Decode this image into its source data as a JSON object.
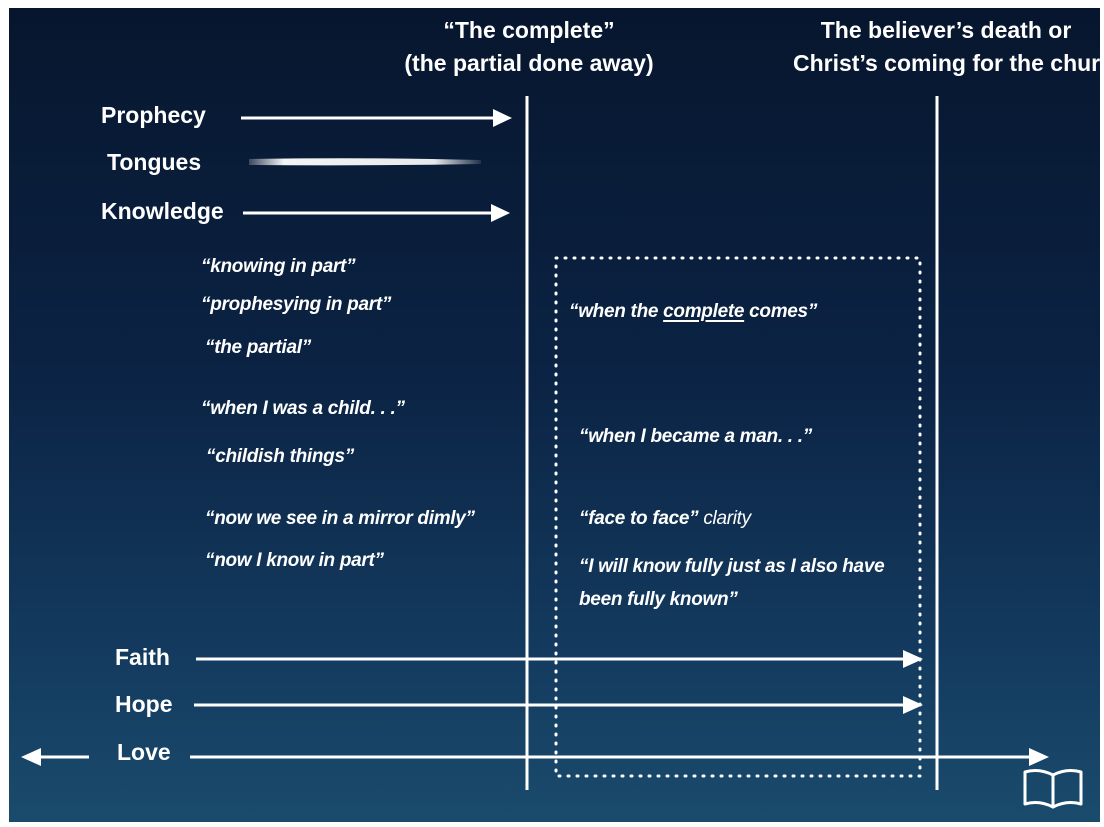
{
  "headers": {
    "complete_line1": "“The complete”",
    "complete_line2": "(the partial done away)",
    "death_line1": "The believer’s death or",
    "death_line2": "Christ’s coming for the church"
  },
  "gifts": {
    "prophecy": "Prophecy",
    "tongues": "Tongues",
    "knowledge": "Knowledge"
  },
  "partial_quotes": {
    "knowing": "“knowing in part”",
    "prophesying": "“prophesying in part”",
    "partial": "“the partial”",
    "child": "“when I was a child. . .”",
    "childish": "“childish things”",
    "mirror": "“now we see in a mirror dimly”",
    "know_part": "“now I know in part”"
  },
  "complete_quotes": {
    "comes_pre": "“when the ",
    "comes_word": "complete",
    "comes_post": " comes”",
    "man": "“when I became a man. . .”",
    "face_quote": "“face to face”",
    "face_rest": " clarity",
    "fully_line1": "“I will know fully just as I also have",
    "fully_line2": "been fully known”"
  },
  "virtues": {
    "faith": "Faith",
    "hope": "Hope",
    "love": "Love"
  },
  "icons": {
    "book": "open-book-icon"
  },
  "colors": {
    "background_top": "#07162e",
    "background_bottom": "#1a4b6c",
    "foreground": "#ffffff"
  }
}
